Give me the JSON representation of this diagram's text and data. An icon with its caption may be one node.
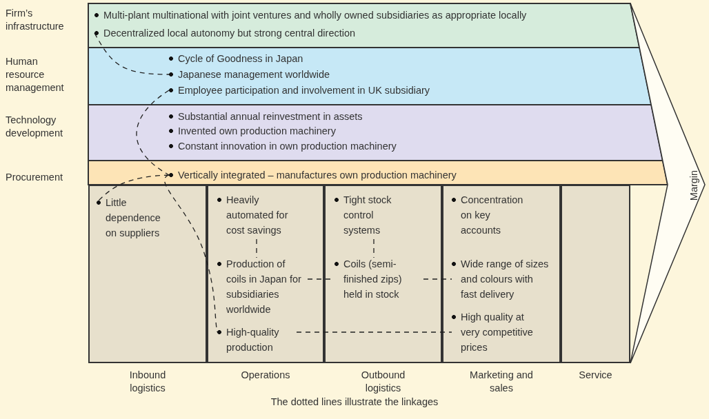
{
  "diagram": {
    "caption": "The dotted lines illustrate the linkages",
    "nodes": [
      {
        "text": [
          "Firm’s infrastructure"
        ]
      },
      {
        "text": [
          "Multi-plant multinational with joint ventures and wholly owned subsidiaries as appropriate locally"
        ],
        "in": 0
      },
      {
        "text": [
          "Decentralized local autonomy but strong central direction"
        ],
        "in": 0
      },
      {
        "text": [
          "Human resource management"
        ]
      },
      {
        "text": [
          "Cycle of Goodness in Japan"
        ],
        "in": 3
      },
      {
        "text": [
          "Japanese management worldwide"
        ],
        "in": 3
      },
      {
        "text": [
          "Employee participation and involvement in UK subsidiary"
        ],
        "in": 3
      },
      {
        "text": [
          "Technology development"
        ]
      },
      {
        "text": [
          "Substantial annual reinvestment in assets"
        ],
        "in": 7
      },
      {
        "text": [
          "Invented own production machinery"
        ],
        "in": 7
      },
      {
        "text": [
          "Constant innovation in own production machinery"
        ],
        "in": 7
      },
      {
        "text": [
          "Procurement"
        ]
      },
      {
        "text": [
          "Vertically integrated – manufactures own production machinery"
        ],
        "in": 11
      },
      {
        "text": [
          "Inbound logistics"
        ]
      },
      {
        "text": [
          "Little dependence on suppliers"
        ],
        "in": 13
      },
      {
        "text": [
          "Operations"
        ]
      },
      {
        "text": [
          "Heavily automated for cost savings"
        ],
        "in": 15
      },
      {
        "text": [
          "Production of coils in Japan for subsidiaries worldwide"
        ],
        "in": 15
      },
      {
        "text": [
          "High-quality production"
        ],
        "in": 15
      },
      {
        "text": [
          "Outbound logistics"
        ]
      },
      {
        "text": [
          "Tight stock control systems"
        ],
        "in": 19
      },
      {
        "text": [
          "Coils (semi-finished zips) held in stock"
        ],
        "in": 19
      },
      {
        "text": [
          "Marketing and sales"
        ]
      },
      {
        "text": [
          "Concentration on key accounts"
        ],
        "in": 22
      },
      {
        "text": [
          "Wide range of sizes and colours with fast delivery"
        ],
        "in": 22
      },
      {
        "text": [
          "High quality at very competitive prices"
        ],
        "in": 22
      },
      {
        "text": [
          "Service"
        ]
      },
      {
        "text": [
          "Margin"
        ]
      }
    ],
    "edges": [
      {
        "from": 2,
        "to": 5,
        "arrow": "none",
        "style": "dashed"
      },
      {
        "from": 6,
        "to": 12,
        "arrow": "none",
        "style": "dashed"
      },
      {
        "from": 12,
        "to": 14,
        "arrow": "none",
        "style": "dashed"
      },
      {
        "from": 12,
        "to": 18,
        "arrow": "none",
        "style": "dashed"
      },
      {
        "from": 16,
        "to": 17,
        "arrow": "none",
        "style": "dashed"
      },
      {
        "from": 17,
        "to": 21,
        "arrow": "none",
        "style": "dashed"
      },
      {
        "from": 20,
        "to": 21,
        "arrow": "none",
        "style": "dashed"
      },
      {
        "from": 21,
        "to": 24,
        "arrow": "none",
        "style": "dashed"
      },
      {
        "from": 18,
        "to": 25,
        "arrow": "none",
        "style": "dashed"
      }
    ]
  }
}
